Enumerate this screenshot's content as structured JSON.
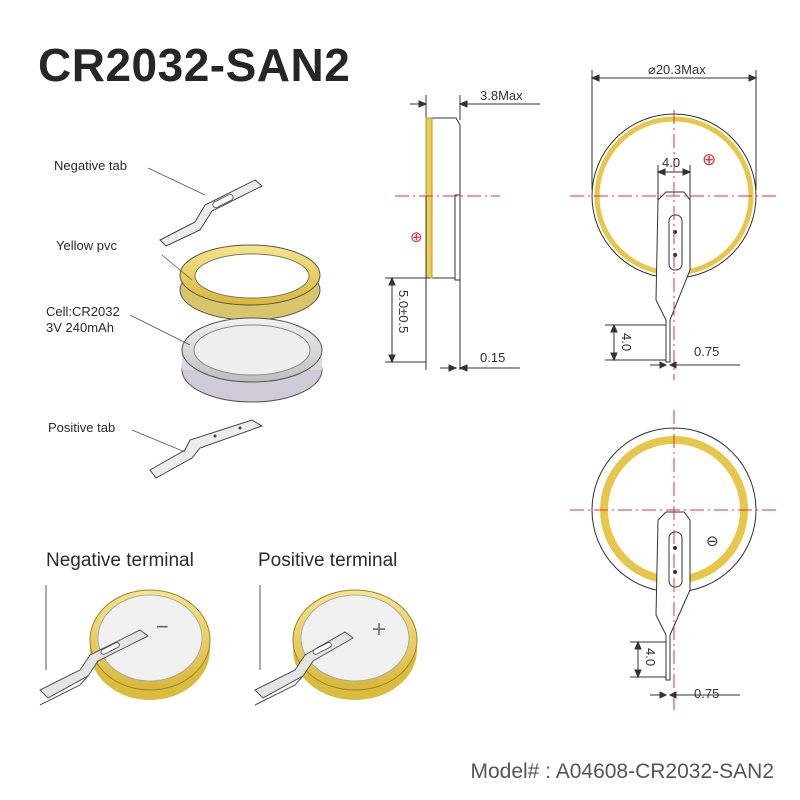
{
  "title": "CR2032-SAN2",
  "exploded_view": {
    "negative_tab": "Negative tab",
    "yellow_pvc": "Yellow pvc",
    "cell_line1": "Cell:CR2032",
    "cell_line2": "3V 240mAh",
    "positive_tab": "Positive tab"
  },
  "terminals": {
    "negative": "Negative terminal",
    "positive": "Positive terminal",
    "negative_sign": "−",
    "positive_sign": "+"
  },
  "dimensions": {
    "thickness": "3.8Max",
    "tab_offset": "5.0±0.5",
    "tab_thickness": "0.15",
    "diameter": "⌀20.3Max",
    "tab_width_top": "4.0",
    "tab_length_top": "4.0",
    "lead_width_top": "0.75",
    "tab_length_bottom": "4.0",
    "lead_width_bottom": "0.75",
    "plus_mark": "⊕",
    "minus_mark": "⊖"
  },
  "model": "Model# : A04608-CR2032-SAN2",
  "colors": {
    "pvc_yellow": "#e8c85a",
    "center_line": "#e0303a",
    "tab_metal": "#e6e6e6",
    "outline": "#333333"
  }
}
